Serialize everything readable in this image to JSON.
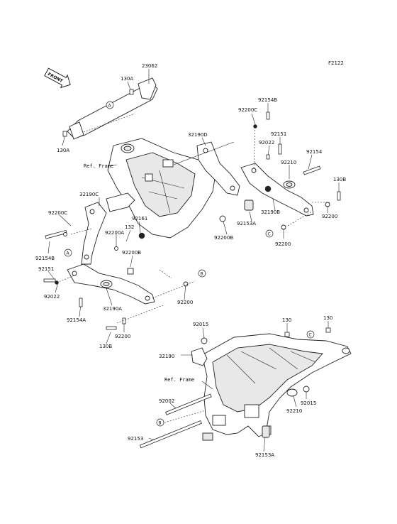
{
  "figure_code": "F2122",
  "front_badge": "FRONT",
  "ref_labels": [
    "Ref. Frame",
    "Ref. Frame"
  ],
  "callouts": {
    "a": "A",
    "b": "B",
    "c": "C"
  },
  "part_labels": [
    {
      "id": "p23062",
      "text": "23062"
    },
    {
      "id": "p130a_top",
      "text": "130A"
    },
    {
      "id": "p130a_left",
      "text": "130A"
    },
    {
      "id": "p92154b_top",
      "text": "92154B"
    },
    {
      "id": "p92200c_top",
      "text": "92200C"
    },
    {
      "id": "p32190d",
      "text": "32190D"
    },
    {
      "id": "p92151_top",
      "text": "92151"
    },
    {
      "id": "p92022_top",
      "text": "92022"
    },
    {
      "id": "p92154_right",
      "text": "92154"
    },
    {
      "id": "p92210_top",
      "text": "92210"
    },
    {
      "id": "p130b_right",
      "text": "130B"
    },
    {
      "id": "p32190b",
      "text": "32190B"
    },
    {
      "id": "p92153a_top",
      "text": "92153A"
    },
    {
      "id": "p92200b_top",
      "text": "92200B"
    },
    {
      "id": "p92200_right",
      "text": "92200"
    },
    {
      "id": "p92200_c",
      "text": "92200"
    },
    {
      "id": "p32190c",
      "text": "32190C"
    },
    {
      "id": "p92200c_left",
      "text": "92200C"
    },
    {
      "id": "p92161",
      "text": "92161"
    },
    {
      "id": "p132",
      "text": "132"
    },
    {
      "id": "p92200a",
      "text": "92200A"
    },
    {
      "id": "p92154b_left",
      "text": "92154B"
    },
    {
      "id": "p92200b_left",
      "text": "92200B"
    },
    {
      "id": "p92151_left",
      "text": "92151"
    },
    {
      "id": "p92022_left",
      "text": "92022"
    },
    {
      "id": "p92200_left",
      "text": "92200"
    },
    {
      "id": "p32190a",
      "text": "32190A"
    },
    {
      "id": "p92154a",
      "text": "92154A"
    },
    {
      "id": "p92200_low",
      "text": "92200"
    },
    {
      "id": "p130b_left",
      "text": "130B"
    },
    {
      "id": "p92015_top",
      "text": "92015"
    },
    {
      "id": "p130_a",
      "text": "130"
    },
    {
      "id": "p130_b",
      "text": "130"
    },
    {
      "id": "p32190",
      "text": "32190"
    },
    {
      "id": "p92002",
      "text": "92002"
    },
    {
      "id": "p92210_low",
      "text": "92210"
    },
    {
      "id": "p92015_low",
      "text": "92015"
    },
    {
      "id": "p92153",
      "text": "92153"
    },
    {
      "id": "p92153a_low",
      "text": "92153A"
    }
  ]
}
